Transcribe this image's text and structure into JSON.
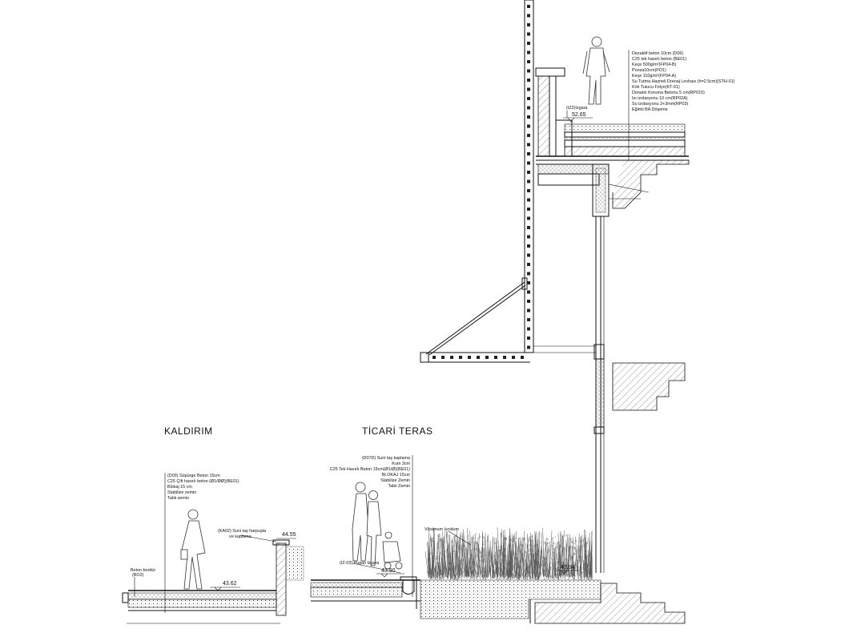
{
  "sections": {
    "kaldirim": "KALDIRIM",
    "ticari_teras": "TİCARİ TERAS"
  },
  "roof_layers": [
    "Dezaktif beton 10cm (D06)",
    "C25 tek hasırlı beton (BE01)",
    "Keçe 500g/m²(FP04-B)",
    "Ponza10cm(PO1)",
    "Keçe 110g/m²(FP04-A)",
    "Su Tutma Hazneli Drenaj Levhası (h=2.5cm)(STH-01)",
    "Kök Tutucu Folyo(KT-01)",
    "Donatılı Koruma Betonu 5 cm(RP015)",
    "Isı izolasyonu 10 cm(RP02A)",
    "Su izolasyonu 3+3mm(RP03)",
    "Eğimli BA Döşeme"
  ],
  "roof_grate_label": "(IZ2)Izgara",
  "levels": {
    "roof": "52.65",
    "sidewalk_curb": "44.55",
    "sidewalk": "43.62",
    "terrace": "43.90",
    "planter": "43.94"
  },
  "sidewalk_layers": [
    "(D03) Süpürge Beton 15cm",
    "C25 Çift hasırlı beton (Ø1/ØØ)(BE01)",
    "Blokaj 15 cm",
    "Stabilize zemin",
    "Tabii zemin"
  ],
  "curb_label": [
    "Beton bordür",
    "(BO2)"
  ],
  "stone_label": [
    "(KA02) Suni taş harpuşta",
    "ve kaplama"
  ],
  "terrace_layers": [
    "(D07D) Suni taş kaplama",
    "Kum 3cm",
    "C25 Tek Hasırlı Beton 15cm(Ø1/Ø)(BE01)",
    "BLOKAJ 15cm",
    "Stabilize Zemin",
    "Tabii Zemin"
  ],
  "terrace_grate_label": "(IZ-03) Pugalı Izgara",
  "plant_label": "Viburnum lucidum"
}
